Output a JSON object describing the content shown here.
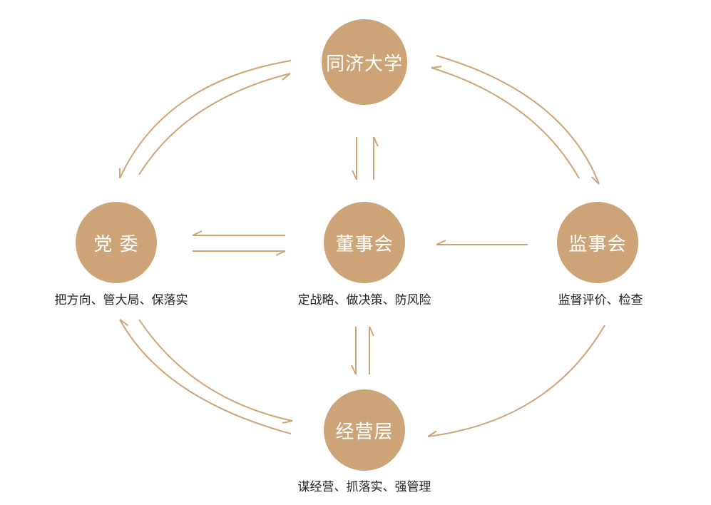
{
  "colors": {
    "node": "#cda477",
    "arrow": "#cda477",
    "text": "#222222"
  },
  "nodes": {
    "university": {
      "label": "同济大学"
    },
    "party": {
      "label": "党 委",
      "caption": "把方向、管大局、保落实"
    },
    "board": {
      "label": "董事会",
      "caption": "定战略、做决策、防风险"
    },
    "supervisors": {
      "label": "监事会",
      "caption": "监督评价、检查"
    },
    "management": {
      "label": "经营层",
      "caption": "谋经营、抓落实、强管理"
    }
  }
}
